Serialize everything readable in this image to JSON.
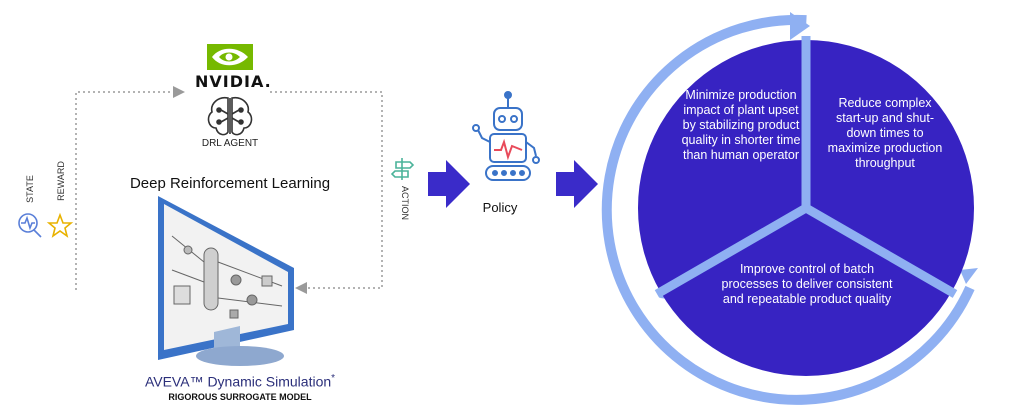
{
  "agent": {
    "brand": "NVIDIA.",
    "label": "DRL AGENT",
    "title": "Deep Reinforcement Learning"
  },
  "loop_labels": {
    "state": "STATE",
    "reward": "REWARD",
    "action": "ACTION"
  },
  "policy": {
    "label": "Policy"
  },
  "simulator": {
    "product": "AVEVA™ Dynamic Simulation",
    "asterisk": "*",
    "subtitle": "RIGOROUS SURROGATE MODEL"
  },
  "cycle": {
    "segments": [
      "Minimize production impact of plant upset by stabilizing product quality in shorter time than human operator",
      "Reduce complex start-up and shut-down times to maximize production throughput",
      "Improve control of batch processes to deliver consistent and repeatable product quality"
    ]
  },
  "colors": {
    "segment_fill": "#3723c2",
    "ring": "#8fb0f2",
    "arrow": "#3a2bc9",
    "nvidia_green": "#76b900",
    "monitor_blue": "#3a73c8"
  }
}
